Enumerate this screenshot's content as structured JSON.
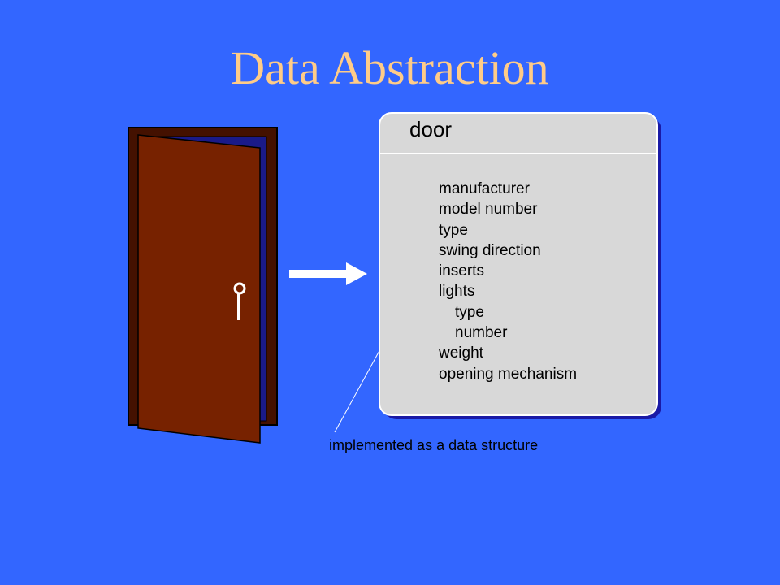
{
  "title": "Data Abstraction",
  "card": {
    "title": "door",
    "fields": [
      {
        "label": "manufacturer",
        "indent": false
      },
      {
        "label": "model number",
        "indent": false
      },
      {
        "label": "type",
        "indent": false
      },
      {
        "label": "swing direction",
        "indent": false
      },
      {
        "label": "inserts",
        "indent": false
      },
      {
        "label": "lights",
        "indent": false
      },
      {
        "label": "type",
        "indent": true
      },
      {
        "label": "number",
        "indent": true
      },
      {
        "label": "weight",
        "indent": false
      },
      {
        "label": "opening mechanism",
        "indent": false
      }
    ]
  },
  "caption": "implemented as a data structure",
  "colors": {
    "background": "#3366ff",
    "title": "#ffcc88",
    "door": "#772200",
    "door_frame": "#441100",
    "card": "#d8d8d8"
  },
  "icons": [
    "door-icon",
    "door-handle-icon",
    "right-arrow-icon"
  ]
}
